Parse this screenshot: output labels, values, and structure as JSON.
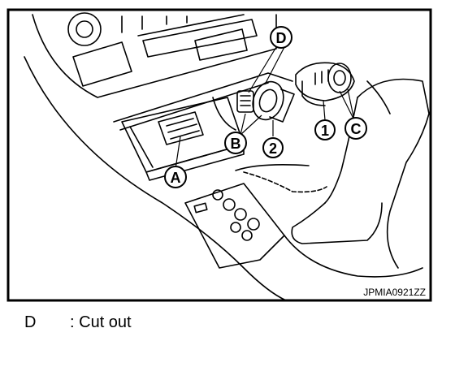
{
  "figure": {
    "code": "JPMIA0921ZZ",
    "callouts": {
      "a": "A",
      "b": "B",
      "c": "C",
      "d": "D",
      "one": "1",
      "two": "2"
    }
  },
  "legend": {
    "key": "D",
    "separator": ":",
    "description": "Cut out"
  }
}
